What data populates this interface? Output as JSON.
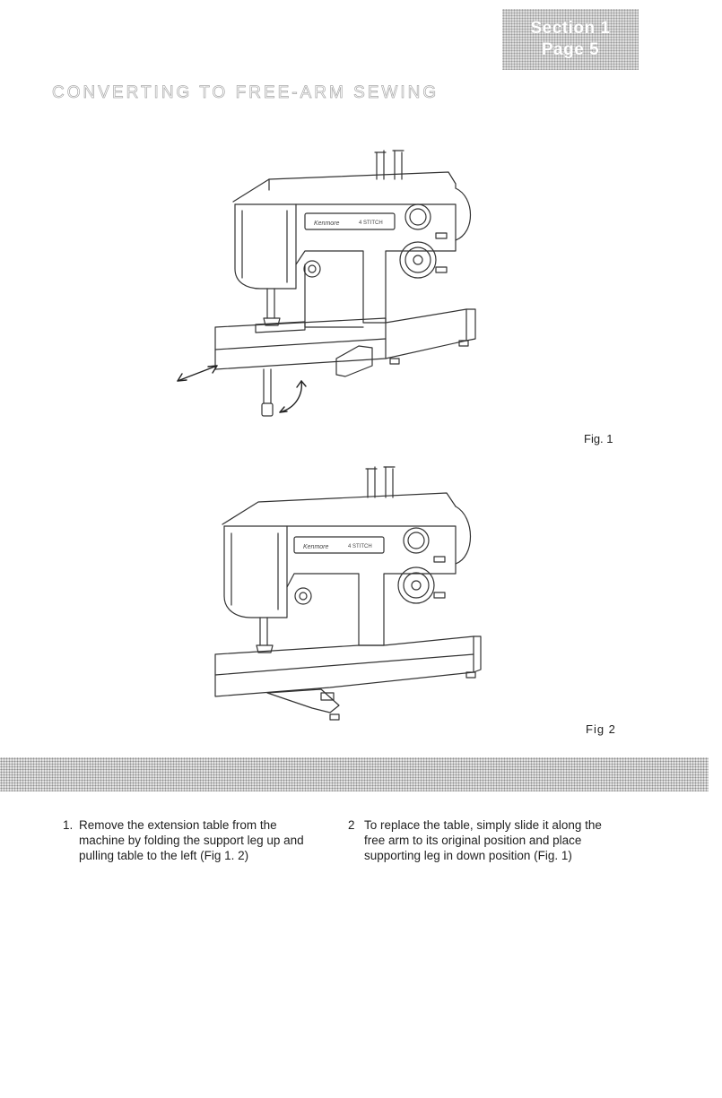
{
  "header": {
    "section_label": "Section 1",
    "page_label": "Page 5",
    "title": "CONVERTING TO FREE-ARM SEWING"
  },
  "figures": [
    {
      "label": "Fig. 1",
      "brand_plate": "Kenmore",
      "plate_text": "4 STITCH"
    },
    {
      "label": "Fig 2",
      "brand_plate": "Kenmore",
      "plate_text": "4 STITCH"
    }
  ],
  "steps": [
    {
      "number": "1.",
      "text": "Remove the extension table from the machine by folding the support leg up and pulling table to the left (Fig 1. 2)"
    },
    {
      "number": "2",
      "text": "To replace the table, simply slide it along the free arm to its original position and place supporting leg in down position (Fig. 1)"
    }
  ]
}
